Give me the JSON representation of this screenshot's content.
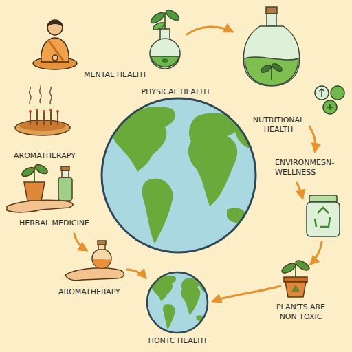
{
  "diagram": {
    "labels": [
      "MENTAL HEALTH",
      "PHYSICAL HEALTH",
      "NUTRITIONAL HEALTH",
      "ENVIRONMESN- WELLNESS",
      "AROMATHERAPY",
      "HERBAL MEDICINE",
      "AROMATHERAPY",
      "PLAN'TS ARE NON TOXIC",
      "HONTC HEALTH"
    ]
  }
}
